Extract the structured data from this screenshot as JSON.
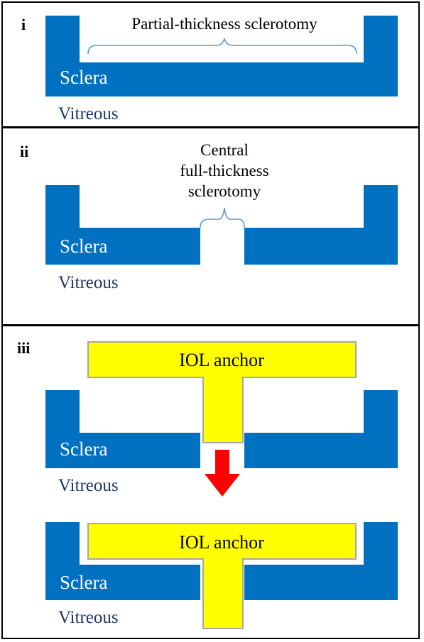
{
  "colors": {
    "sclera": "#0070c0",
    "anchor_fill": "#ffff00",
    "anchor_stroke": "#a6a6a6",
    "arrow": "#ff0000",
    "vitreous_text": "#1f3864",
    "brace": "#5b9bd5"
  },
  "panels": [
    {
      "id": "i",
      "label": "i",
      "sclera_label": "Sclera",
      "vitreous_label": "Vitreous",
      "annotation": "Partial-thickness sclerotomy"
    },
    {
      "id": "ii",
      "label": "ii",
      "sclera_label": "Sclera",
      "vitreous_label": "Vitreous",
      "annotation_lines": [
        "Central",
        "full-thickness",
        "sclerotomy"
      ]
    },
    {
      "id": "iii",
      "label": "iii",
      "top": {
        "sclera_label": "Sclera",
        "vitreous_label": "Vitreous",
        "anchor_label": "IOL anchor"
      },
      "bottom": {
        "sclera_label": "Sclera",
        "vitreous_label": "Vitreous",
        "anchor_label": "IOL anchor"
      },
      "arrow_icon": "down-arrow-icon"
    }
  ]
}
